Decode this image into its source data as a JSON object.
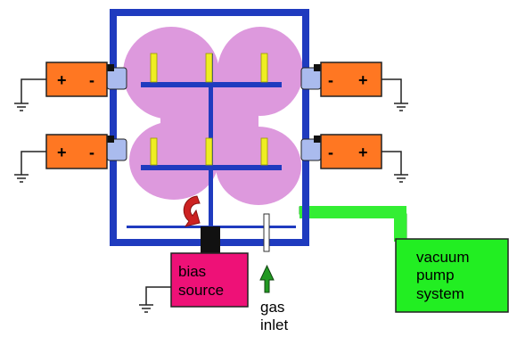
{
  "labels": {
    "bias_source_line1": "bias",
    "bias_source_line2": "source",
    "gas_inlet_line1": "gas",
    "gas_inlet_line2": "inlet",
    "vacuum_line1": "vacuum",
    "vacuum_line2": "pump",
    "vacuum_line3": "system",
    "plus": "+",
    "minus": "-"
  },
  "colors": {
    "chamber_wall": "#1f3bbf",
    "plasma": "#dd99dd",
    "battery": "#ff7722",
    "bias_source": "#ee1177",
    "vacuum_box": "#22ee22",
    "pipe": "#33ee33",
    "electrode": "#eeee22",
    "rotation_arrow": "#cc2222",
    "gas_arrow": "#229922",
    "connector": "#aabbee"
  }
}
